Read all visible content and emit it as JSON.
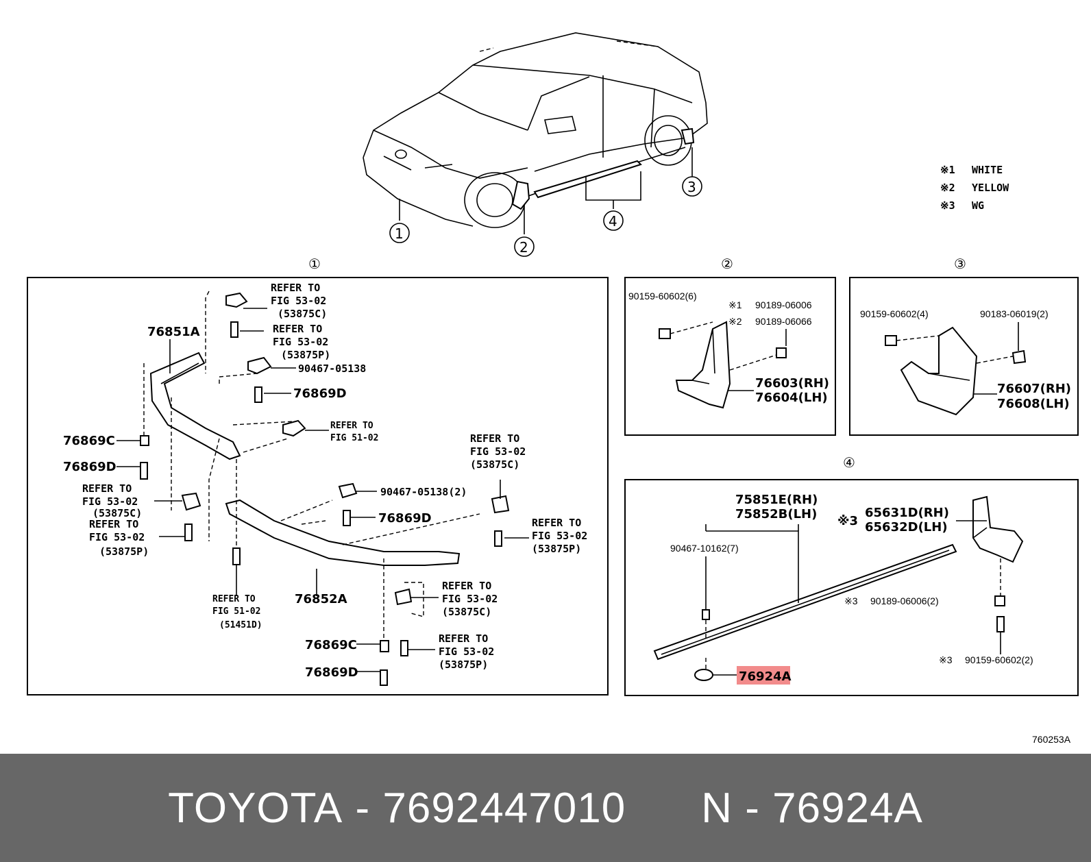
{
  "legend": [
    {
      "mark": "※1",
      "text": "WHITE"
    },
    {
      "mark": "※2",
      "text": "YELLOW"
    },
    {
      "mark": "※3",
      "text": "WG"
    }
  ],
  "callouts": {
    "c1": "①",
    "c2": "②",
    "c3": "③",
    "c4": "④"
  },
  "section1": {
    "p76851A": "76851A",
    "p76852A": "76852A",
    "p76869C_a": "76869C",
    "p76869D_a": "76869D",
    "p76869D_b": "76869D",
    "p76869D_c": "76869D",
    "p76869C_b": "76869C",
    "p76869D_d": "76869D",
    "clip_90467_05138": "90467-05138",
    "clip_90467_05138_2": "90467-05138(2)",
    "refer_to": "REFER TO",
    "fig_53_02": "FIG 53-02",
    "fig_51_02": "FIG 51-02",
    "c53875C": "(53875C)",
    "c53875P": "(53875P)",
    "c51451D": "(51451D)"
  },
  "section2": {
    "bolt": "90159-60602(6)",
    "clip1": "90189-06006",
    "clip2": "90189-06066",
    "mark1": "※1",
    "mark2": "※2",
    "rh": "76603(RH)",
    "lh": "76604(LH)"
  },
  "section3": {
    "bolt": "90159-60602(4)",
    "clip": "90183-06019(2)",
    "rh": "76607(RH)",
    "lh": "76608(LH)"
  },
  "section4": {
    "rh": "75851E(RH)",
    "lh": "75852B(LH)",
    "clip": "90467-10162(7)",
    "mark": "※3",
    "flap_rh": "65631D(RH)",
    "flap_lh": "65632D(LH)",
    "nut_part": "90189-06006(2)",
    "bolt_part": "90159-60602(2)",
    "highlight": "76924A",
    "highlight_color": "#f28b8b"
  },
  "figure_code": "760253A",
  "footer": {
    "brand": "TOYOTA",
    "separator": "-",
    "part_number": "7692447010",
    "label": "N",
    "code": "76924A"
  }
}
